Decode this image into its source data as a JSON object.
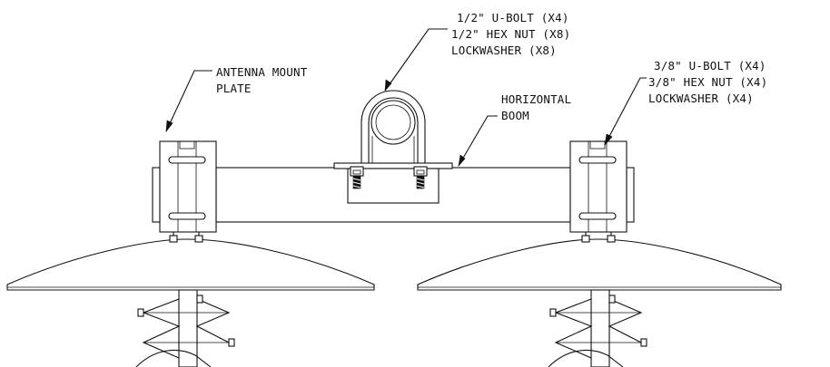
{
  "labels": {
    "center_ubolt": "1/2\" U-BOLT (X4)",
    "center_hexnut": "1/2\" HEX NUT (X8)",
    "center_lockwasher": "LOCKWASHER (X8)",
    "right_ubolt": "3/8\" U-BOLT (X4)",
    "right_hexnut": "3/8\" HEX NUT (X4)",
    "right_lockwasher": "LOCKWASHER (X4)",
    "mount_plate_line1": "ANTENNA MOUNT",
    "mount_plate_line2": "PLATE",
    "boom_line1": "HORIZONTAL",
    "boom_line2": "BOOM"
  },
  "colors": {
    "line": "#111111",
    "background": "#ffffff"
  }
}
